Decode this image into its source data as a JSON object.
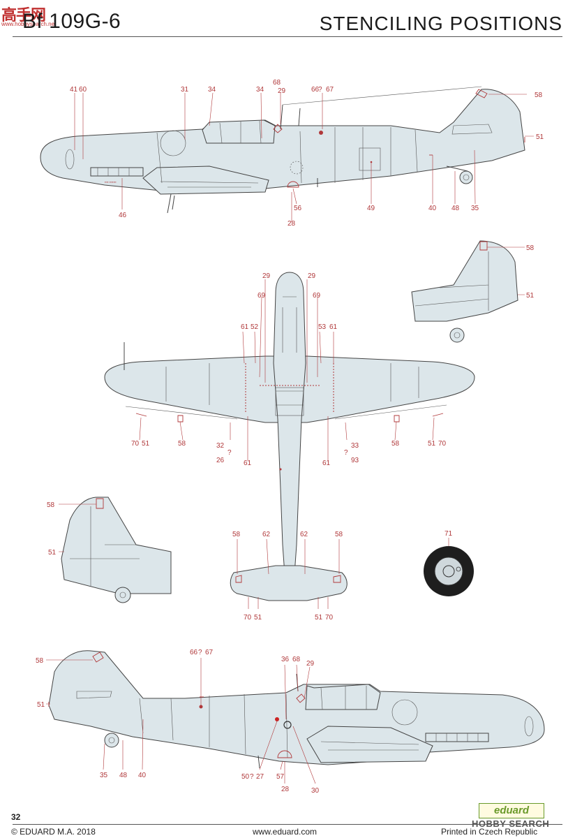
{
  "header": {
    "title_left": "Bf 109G-6",
    "title_right": "STENCILING POSITIONS"
  },
  "watermark": {
    "text": "高手网",
    "sub": "www.hobbysearch.net"
  },
  "footer": {
    "page_number": "32",
    "copyright": "© EDUARD M.A. 2018",
    "website": "www.eduard.com",
    "printed": "Printed in Czech Republic",
    "brand": "eduard",
    "hobbysearch": "HOBBY SEARCH"
  },
  "aircraft_color": "#dce6ea",
  "callout_color": "#b0383a",
  "views": {
    "left_side": {
      "labels": [
        "41",
        "60",
        "31",
        "34",
        "34",
        "68",
        "29",
        "66",
        "?",
        "67",
        "58",
        "51",
        "46",
        "56",
        "28",
        "49",
        "40",
        "48",
        "35"
      ]
    },
    "fin_right": {
      "labels": [
        "58",
        "51"
      ]
    },
    "top": {
      "labels": [
        "29",
        "29",
        "69",
        "69",
        "61",
        "52",
        "53",
        "61",
        "70",
        "51",
        "58",
        "32",
        "?",
        "26",
        "61",
        "33",
        "?",
        "93",
        "61",
        "58",
        "51",
        "70"
      ]
    },
    "fin_left": {
      "labels": [
        "58",
        "51"
      ]
    },
    "tailplane": {
      "labels": [
        "58",
        "62",
        "62",
        "58",
        "70",
        "51",
        "51",
        "70"
      ]
    },
    "wheel": {
      "labels": [
        "71"
      ]
    },
    "right_side": {
      "labels": [
        "58",
        "66",
        "?",
        "67",
        "36",
        "68",
        "29",
        "51",
        "35",
        "48",
        "40",
        "50",
        "?",
        "27",
        "57",
        "28",
        "30"
      ]
    }
  }
}
